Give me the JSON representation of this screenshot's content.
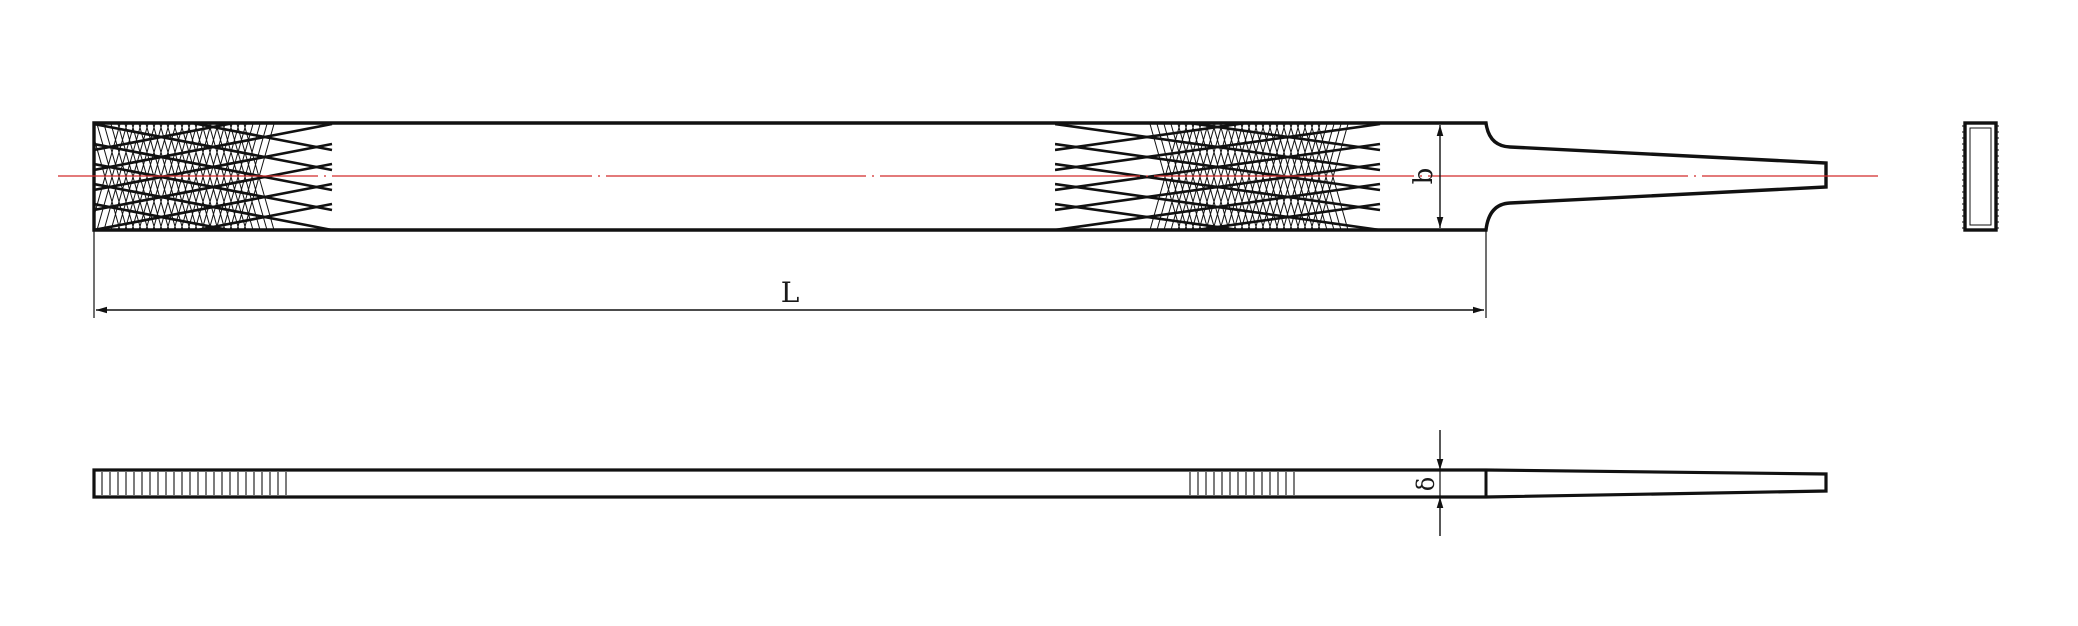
{
  "drawing": {
    "labels": {
      "length": "L",
      "width": "b",
      "thickness": "δ"
    },
    "colors": {
      "outline": "#111111",
      "centerline": "#d22b2b",
      "background": "#ffffff"
    }
  }
}
